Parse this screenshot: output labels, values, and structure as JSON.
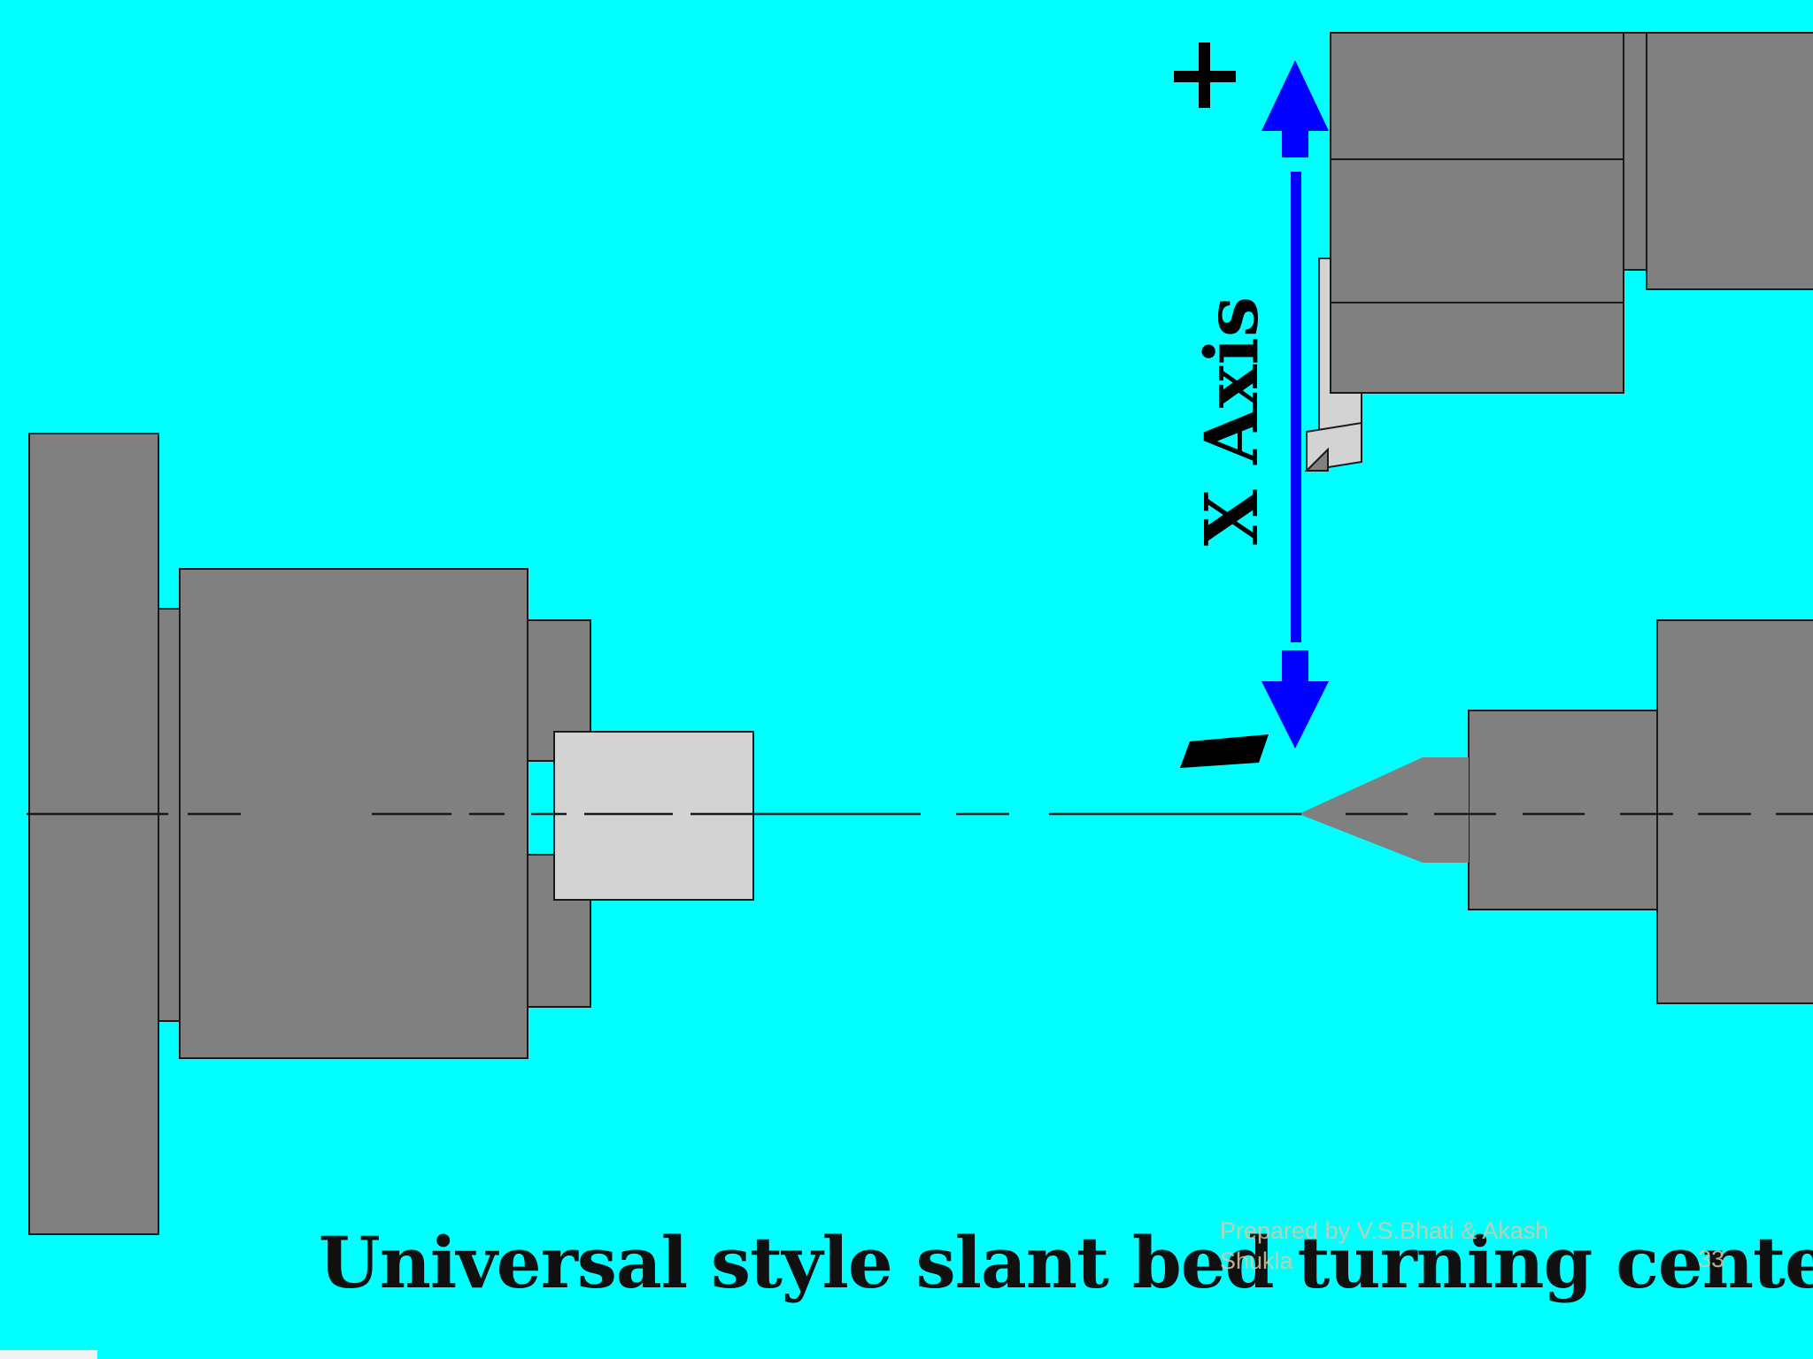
{
  "diagram": {
    "axis_label": "X Axis",
    "plus_sign": "+",
    "minus_sign": "-"
  },
  "title": "Universal style slant bed turning center",
  "footer": {
    "credit": "Prepared by V.S.Bhati & Akash Shukla",
    "page_number": "33"
  },
  "colors": {
    "background": "#00ffff",
    "machine_gray": "#808080",
    "workpiece_light": "#d3d3d3",
    "axis_arrow": "#0000ff"
  }
}
